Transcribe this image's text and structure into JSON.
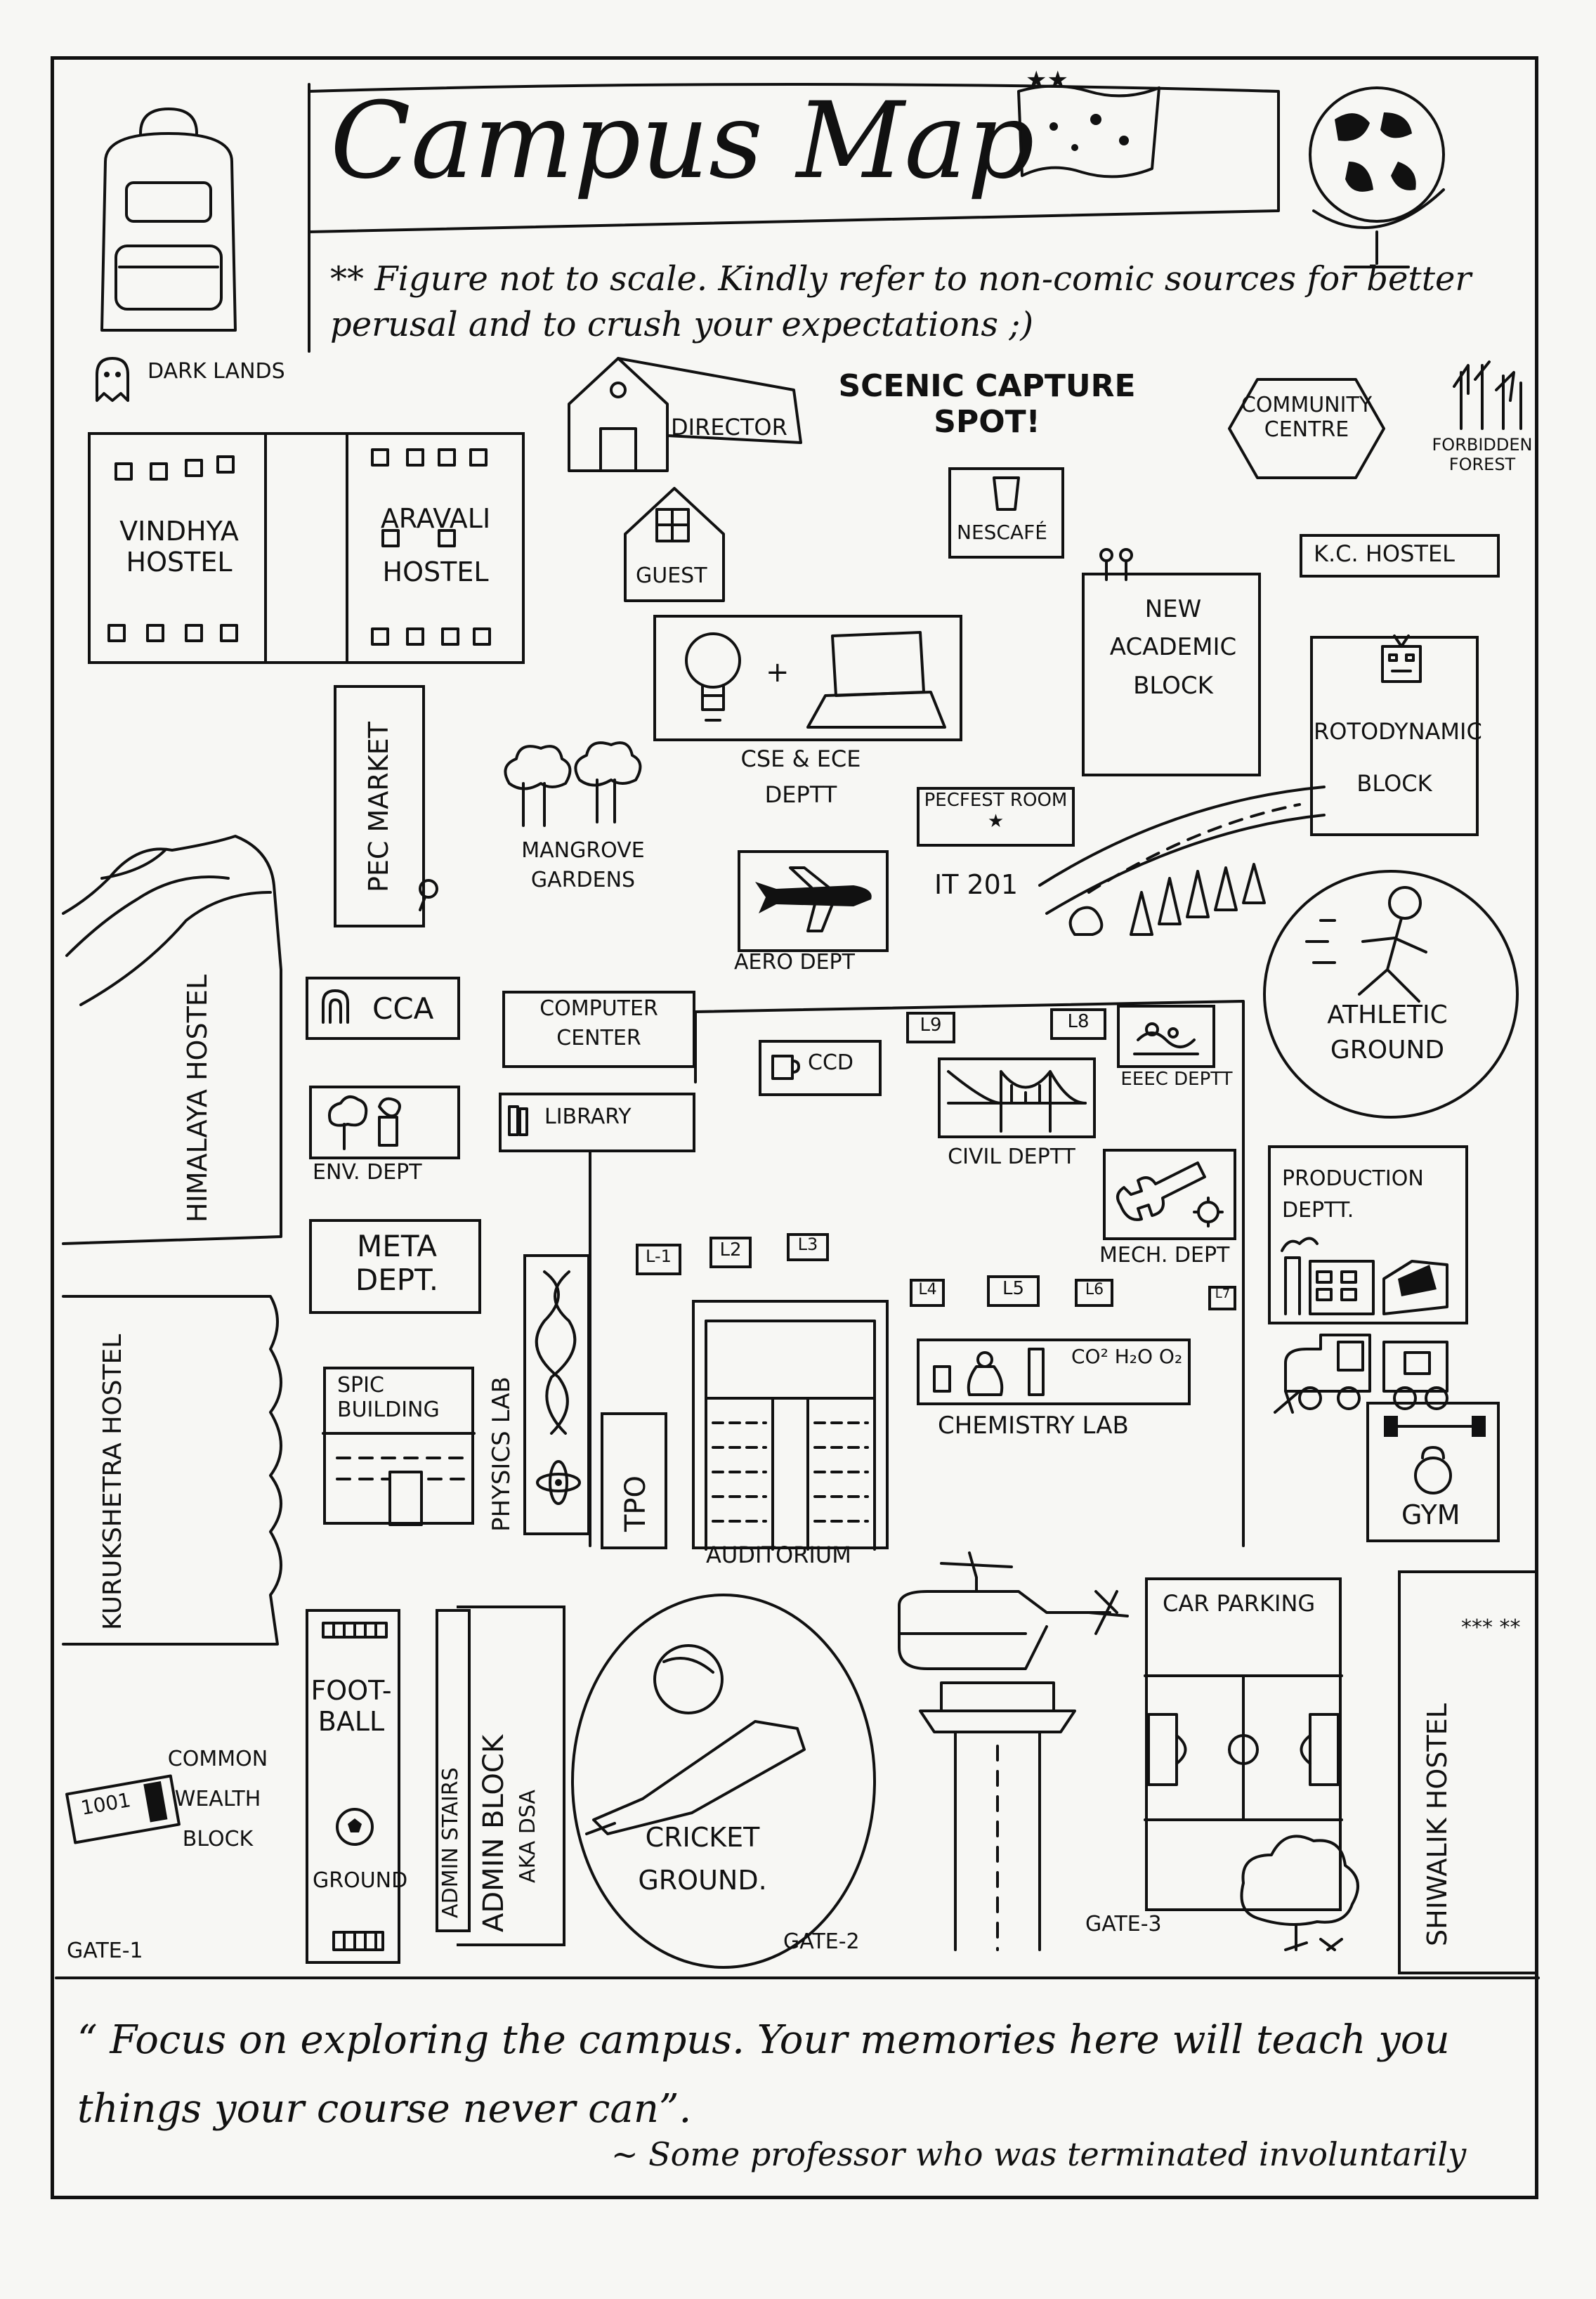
{
  "header": {
    "title": "Campus Map",
    "note": "** Figure not to scale. Kindly refer to non-comic sources for better perusal and to crush your expectations ;)"
  },
  "places": {
    "dark_lands": "DARK LANDS",
    "director": "DIRECTOR",
    "scenic": "SCENIC CAPTURE SPOT!",
    "community": "COMMUNITY CENTRE",
    "forbidden_forest": "FORBIDDEN FOREST",
    "vindhya": "VINDHYA HOSTEL",
    "aravali": "ARAVALI HOSTEL",
    "guest": "GUEST",
    "nescafe": "NESCAFÉ",
    "kc_hostel": "K.C. HOSTEL",
    "new_academic": "NEW ACADEMIC BLOCK",
    "cse_ece": "CSE & ECE DEPTT",
    "rotodynamic": "ROTODYNAMIC BLOCK",
    "pec_market": "PEC MARKET",
    "mangrove": "MANGROVE GARDENS",
    "pecfest_room": "PECFEST ROOM ★",
    "it201": "IT 201",
    "aero": "AERO DEPT",
    "himalaya": "HIMALAYA HOSTEL",
    "cca": "CCA",
    "computer_center": "COMPUTER CENTER",
    "ccd": "CCD",
    "l9": "L9",
    "l8": "L8",
    "eeec": "EEEC DEPTT",
    "athletic": "ATHLETIC GROUND",
    "library": "LIBRARY",
    "env_dept": "ENV. DEPT",
    "civil": "CIVIL DEPTT",
    "production": "PRODUCTION DEPTT.",
    "meta": "META DEPT.",
    "l1": "L-1",
    "l2": "L2",
    "l3": "L3",
    "mech": "MECH. DEPT",
    "l4": "L4",
    "l5": "L5",
    "l6": "L6",
    "l7": "L7",
    "physics_lab": "PHYSICS LAB",
    "kurukshetra": "KURUKSHETRA HOSTEL",
    "spic": "SPIC BUILDING",
    "tpo": "TPO",
    "chemistry": "CHEMISTRY LAB",
    "chem_formula": "CO² H₂O O₂",
    "gym": "GYM",
    "auditorium": "AUDITORIUM",
    "football": "FOOT-BALL",
    "football_ground": "GROUND",
    "admin_stairs": "ADMIN STAIRS",
    "admin_block": "ADMIN BLOCK",
    "aka_dsa": "AKA DSA",
    "car_parking": "CAR PARKING",
    "shiwalik": "SHIWALIK HOSTEL",
    "common_wealth": "COMMON WEALTH BLOCK",
    "bill_text": "1001",
    "cricket": "CRICKET GROUND.",
    "gate1": "GATE-1",
    "gate2": "GATE-2",
    "gate3": "GATE-3",
    "stars": "*** **"
  },
  "quote": {
    "text": "“ Focus on exploring the campus. Your memories here will teach you things your course never can”.",
    "attribution": "~ Some professor who was terminated involuntarily"
  }
}
